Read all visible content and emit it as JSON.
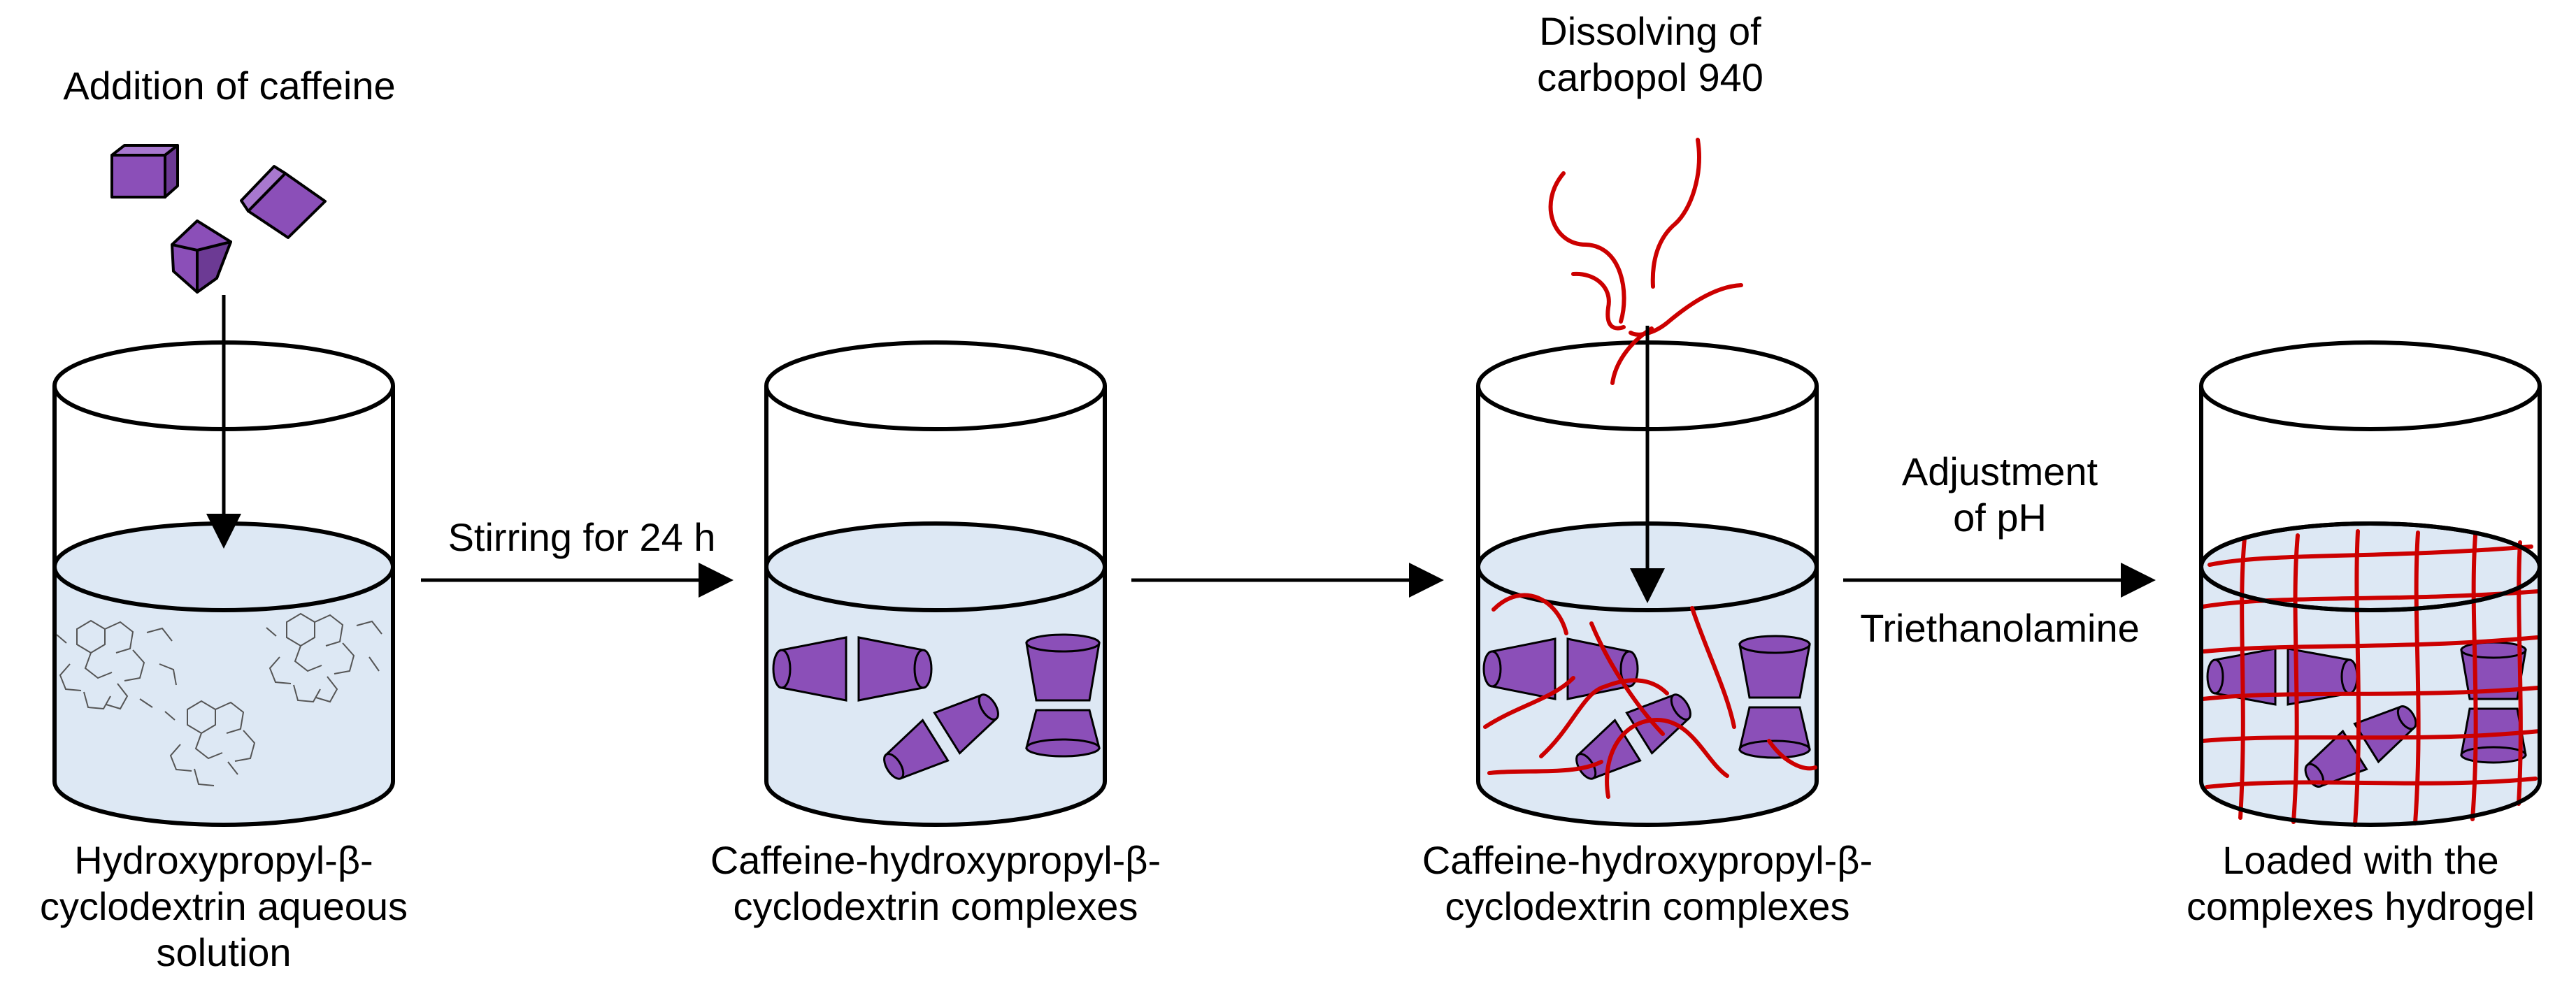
{
  "steps": {
    "caffeine": {
      "line1": "Addition of caffeine"
    },
    "carbopol": {
      "line1": "Dissolving of",
      "line2": "carbopol 940"
    },
    "stirring": {
      "line1": "Stirring for 24 h"
    },
    "ph": {
      "line1": "Adjustment",
      "line2": "of pH",
      "reagent": "Triethanolamine"
    }
  },
  "beakers": [
    {
      "line1": "Hydroxypropyl-β-",
      "line2": "cyclodextrin aqueous",
      "line3": "solution"
    },
    {
      "line1": "Caffeine-hydroxypropyl-β-",
      "line2": "cyclodextrin complexes"
    },
    {
      "line1": "Caffeine-hydroxypropyl-β-",
      "line2": "cyclodextrin complexes"
    },
    {
      "line1": "Loaded with the",
      "line2": "complexes hydrogel"
    }
  ],
  "colors": {
    "liquid": "#dde8f4",
    "purple": "#8b4fb8",
    "polymer": "#cc0000",
    "outline": "#000000"
  }
}
